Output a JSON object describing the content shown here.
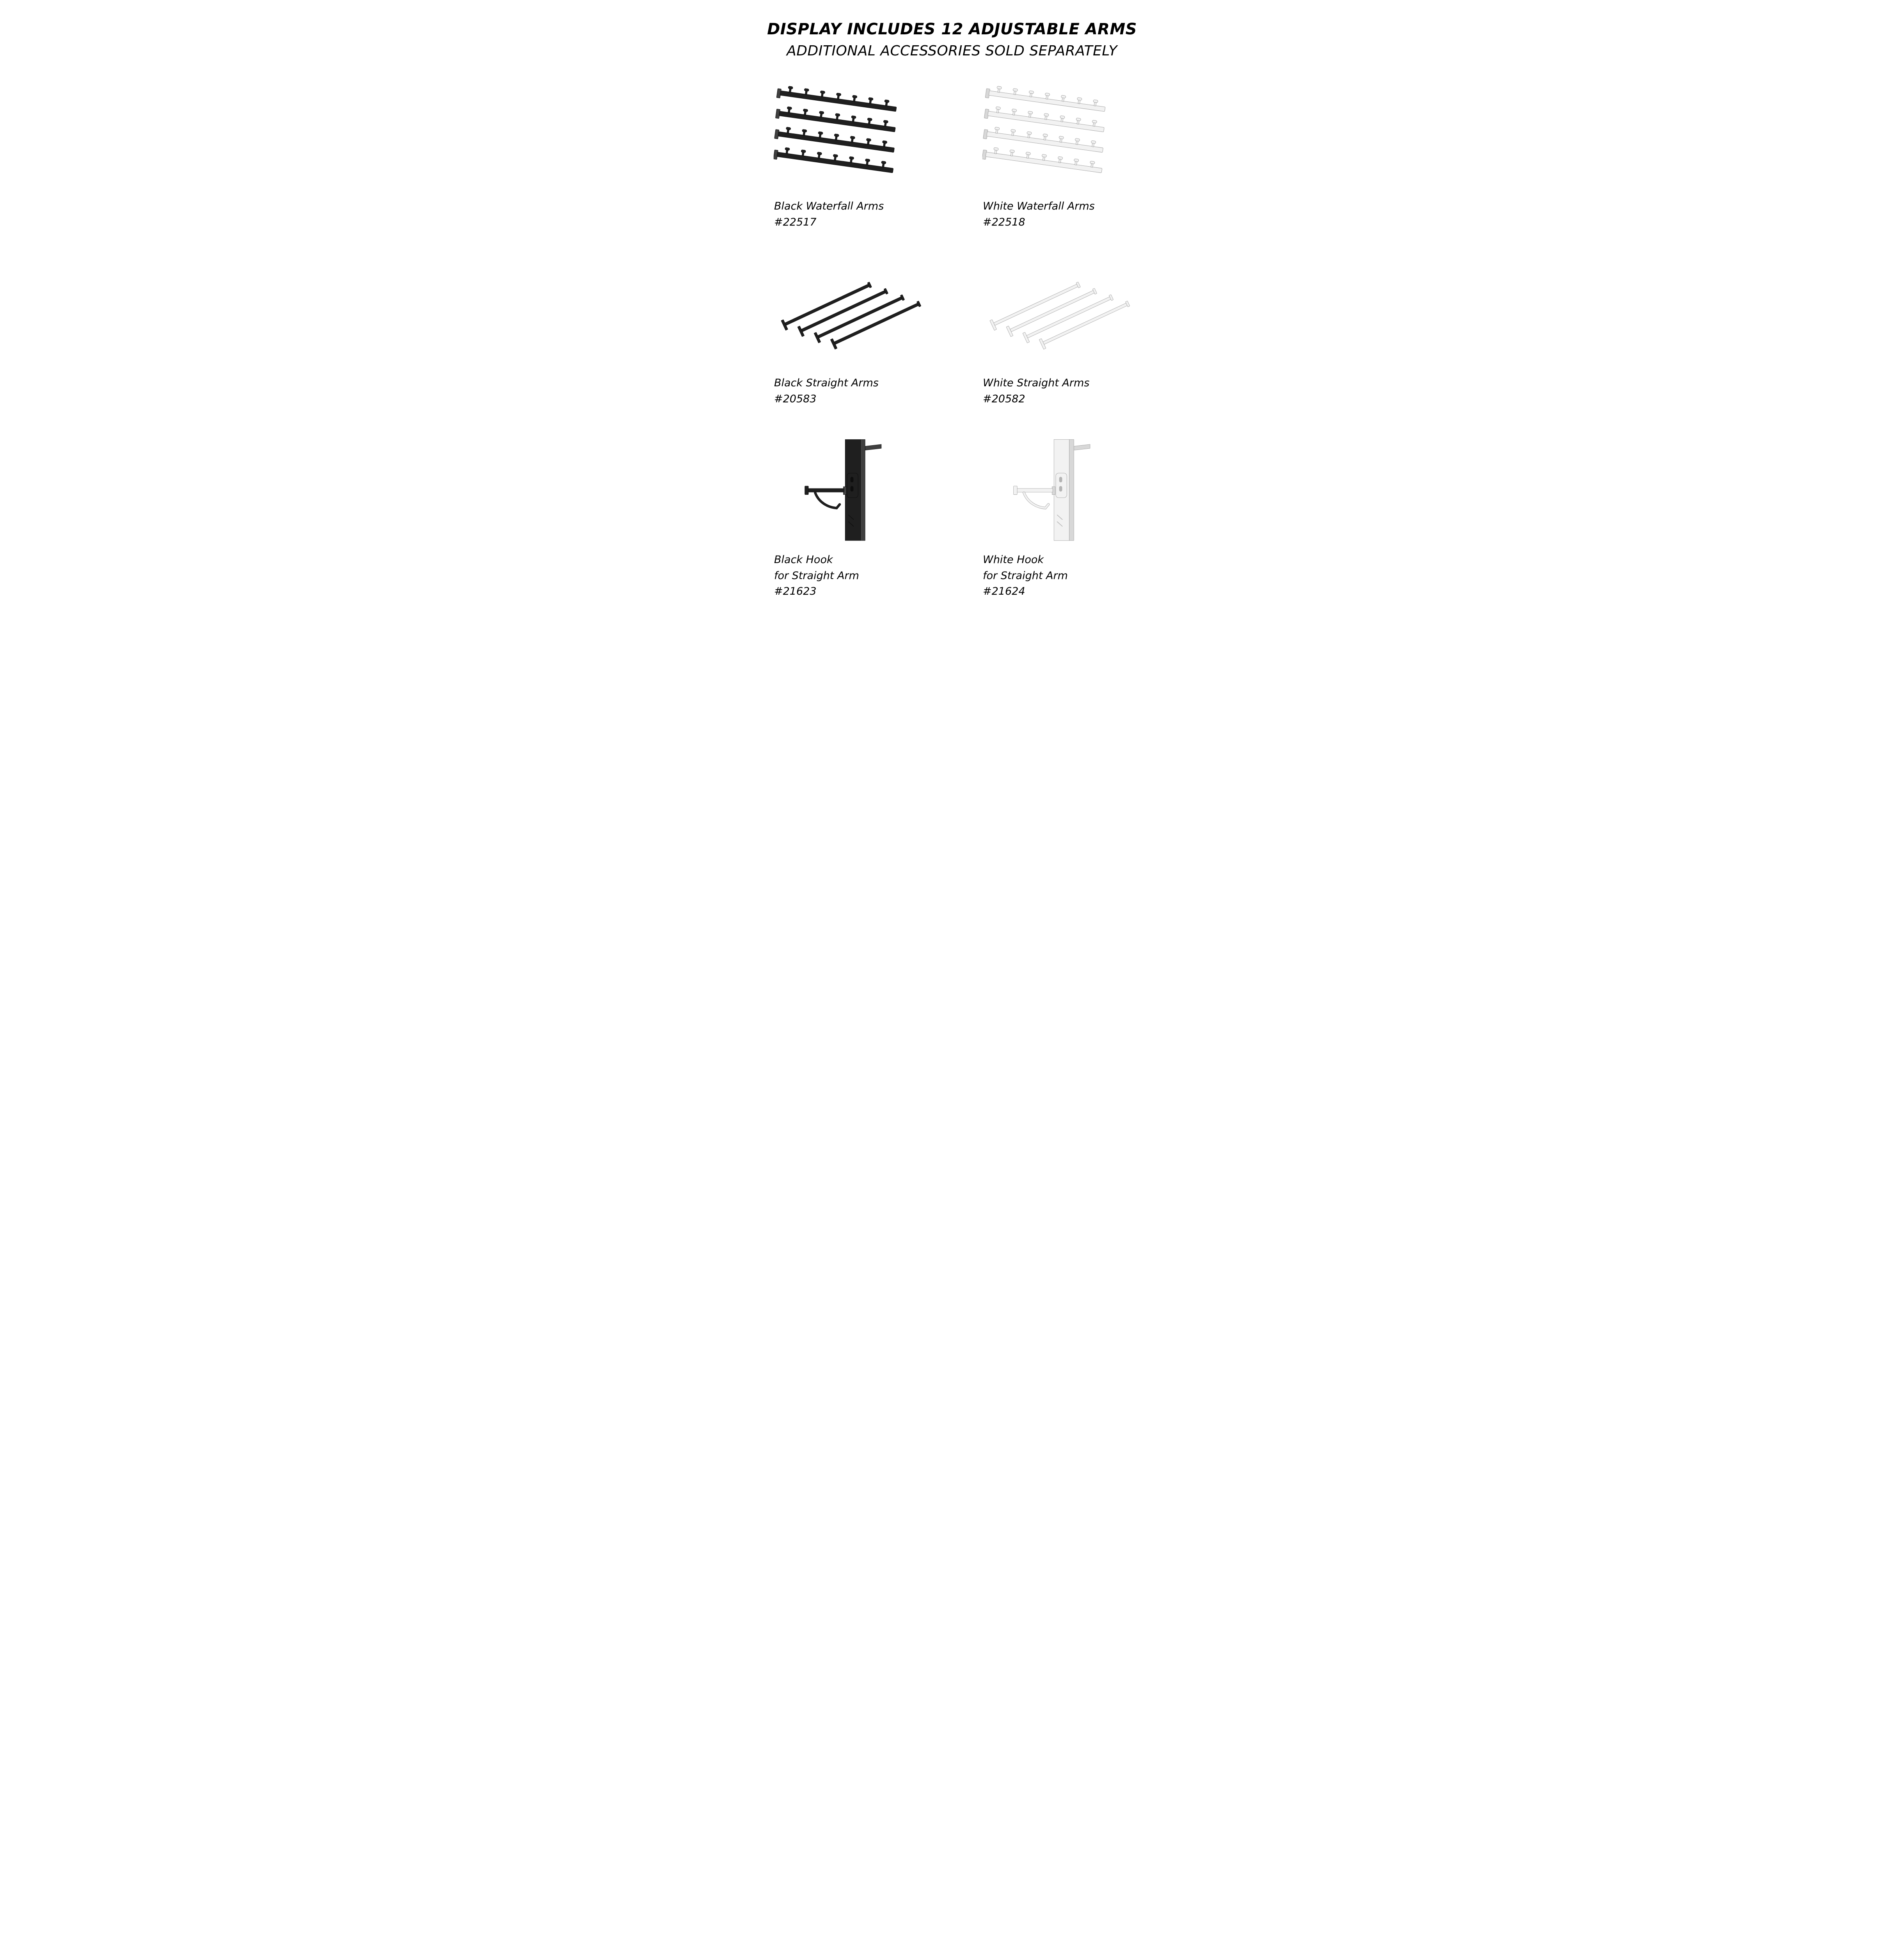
{
  "page": {
    "title": "DISPLAY INCLUDES 12 ADJUSTABLE ARMS",
    "subtitle": "ADDITIONAL ACCESSORIES SOLD SEPARATELY"
  },
  "colors": {
    "page_background": "#ffffff",
    "text_color": "#000000",
    "product_black": "#1f1f1f",
    "product_black_side": "#404040",
    "product_black_stroke": "#0a0a0a",
    "product_white": "#f2f2f2",
    "product_white_side": "#d8d8d8",
    "product_white_stroke": "#9e9e9e"
  },
  "products": [
    {
      "line1": "Black Waterfall Arms",
      "line2": "",
      "sku": "#22517",
      "color": "black",
      "type": "waterfall"
    },
    {
      "line1": "White Waterfall Arms",
      "line2": "",
      "sku": "#22518",
      "color": "white",
      "type": "waterfall"
    },
    {
      "line1": "Black Straight Arms",
      "line2": "",
      "sku": "#20583",
      "color": "black",
      "type": "straight"
    },
    {
      "line1": "White Straight Arms",
      "line2": "",
      "sku": "#20582",
      "color": "white",
      "type": "straight"
    },
    {
      "line1": "Black Hook",
      "line2": "for Straight Arm",
      "sku": "#21623",
      "color": "black",
      "type": "hook"
    },
    {
      "line1": "White Hook",
      "line2": "for Straight Arm",
      "sku": "#21624",
      "color": "white",
      "type": "hook"
    }
  ]
}
